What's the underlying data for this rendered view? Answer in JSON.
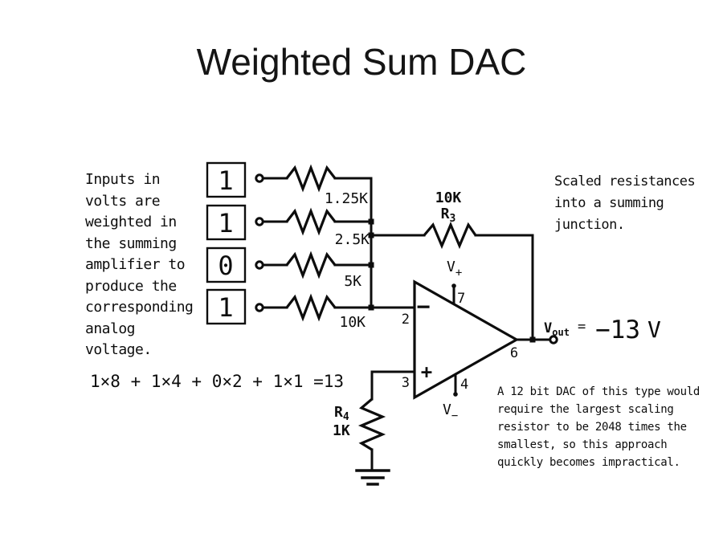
{
  "slide": {
    "title": "Weighted Sum DAC"
  },
  "notes": {
    "left": "Inputs in\nvolts are\nweighted in\nthe summing\namplifier to\nproduce the\ncorresponding\nanalog\nvoltage.",
    "right": "Scaled resistances\ninto a summing\njunction.",
    "bottom": "A 12 bit DAC of this type would\nrequire the largest scaling\nresistor to be 2048 times the\nsmallest, so this approach\nquickly becomes impractical.",
    "formula": "1×8 + 1×4 + 0×2 + 1×1 =13"
  },
  "inputs": {
    "bits": [
      "1",
      "1",
      "0",
      "1"
    ]
  },
  "resistors": {
    "bit8": "1.25K",
    "bit4": "2.5K",
    "bit2": "5K",
    "bit1": "10K",
    "feedback_value": "10K",
    "feedback_name": "R",
    "feedback_sub": "3",
    "ground_name": "R",
    "ground_sub": "4",
    "ground_value": "1K"
  },
  "opamp": {
    "inverting_sign": "−",
    "noninverting_sign": "+",
    "pin_inverting": "2",
    "pin_noninverting": "3",
    "pin_output": "6",
    "pin_vplus": "7",
    "pin_vminus": "4",
    "vplus": "V",
    "vplus_sub": "+",
    "vminus": "V",
    "vminus_sub": "−"
  },
  "output": {
    "label": "V",
    "label_sub": "out",
    "equals": "=",
    "value": "−13",
    "unit": "V"
  },
  "colors": {
    "ink": "#0d0d0d",
    "background": "#ffffff"
  }
}
